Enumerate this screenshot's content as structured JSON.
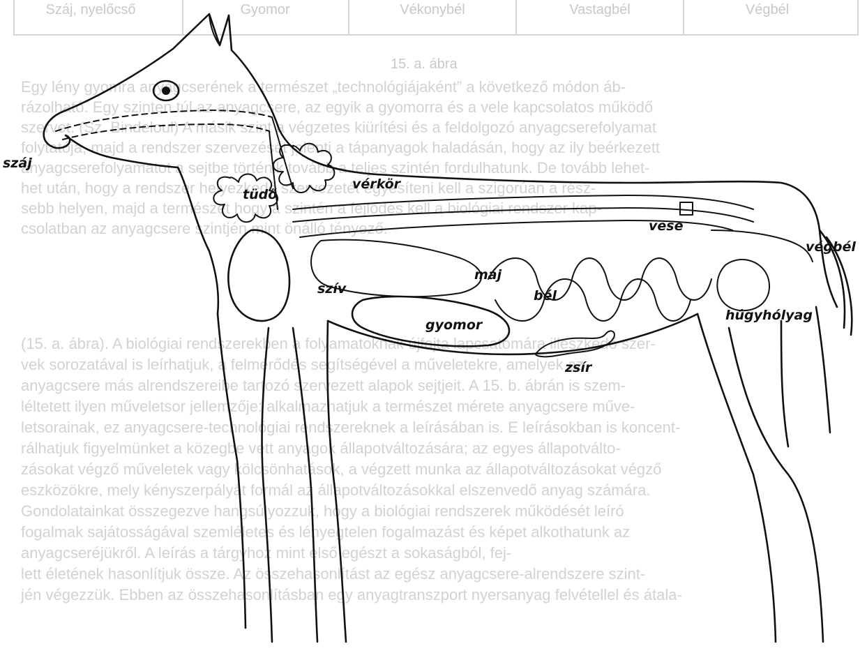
{
  "diagram": {
    "labels": {
      "szaj": "száj",
      "tudo": "tüdő",
      "verkor": "vérkör",
      "vese": "vese",
      "vegbel": "végbél",
      "maj": "máj",
      "sziv": "szív",
      "bel": "bél",
      "hugyholyag": "húgyhólyag",
      "gyomor": "gyomor",
      "zsir": "zsír"
    }
  },
  "background_page": {
    "table_cells": [
      "Száj, nyelőcső",
      "Gyomor",
      "Vékonybél",
      "Vastagbél",
      "Végbél"
    ],
    "caption": "15. a. ábra",
    "lines": [
      "Egy lény gyomra anyagcserének a természet „technológiájaként” a következő módon áb-",
      "rázolható. Egy szinten túl az anyagcsere, az egyik a gyomorra és a vele kapcsolatos működő",
      "szervet. (Sz. Bindeloul) A másik szint a végzetes kiürítési és a feldolgozó anyagcserefolyamat",
      "folytatója, majd a rendszer szervezését jelenti a tápanyagok haladásán, hogy az ily beérkezett",
      "anyagcserefolyamatot a sejtbe történik tovább a teljes szintén fordulhatunk. De tovább lehet-",
      "het után, hogy a rendszer helyezkedő szervezetét egyesíteni kell a szigorúan a rész-",
      "sebb helyen, majd a természet hogy a szintén a fejlődés kell a biológiai rendszer kap-",
      "csolatban az anyagcsere szintjén mint önálló tényező.",
      "(15. a. ábra). A biológiai rendszerekben a folyamatoknak újfajta lapcsatomára illeszkedő szer-",
      "vek sorozatával is leírhatjuk, a felmérődés segítségével a műveletekre, amelyek az",
      "anyagcsere más alrendszereibe tartozó szervezett alapok sejtjeit. A 15. b. ábrán is szem-",
      "léltetett ilyen műveletsor jellemzője: alkalmazhatjuk a természet mérete anyagcsere műve-",
      "letsorainak, ez anyagcsere-technológiai rendszereknek a leírásában is. E leírásokban is koncent-",
      "rálhatjuk figyelmünket a közegbe vett anyagok állapotváltozására; az egyes állapotválto-",
      "zásokat végző műveletek vagy kölcsönhatások, a végzett munka az állapotváltozásokat végző",
      "eszközökre, mely kényszerpályát formál az állapotváltozásokkal elszenvedő anyag számára.",
      "Gondolatainkat összegezve hangsúlyozzuk, hogy a biológiai rendszerek működését leíró",
      "fogalmak sajátosságával szemléletes és lényegtelen fogalmazást és képet alkothatunk az",
      "anyagcseréjükről. A leírás a tárgyhoz mint első egészt a sokaságból, fej-",
      "lett életének hasonlítjuk össze. Az összehasonlítást az egész anyagcsere-alrendszere szint-",
      "jén végezzük. Ebben az összehasonlításban egy anyagtranszport nyersanyag felvétellel és átala-"
    ]
  }
}
